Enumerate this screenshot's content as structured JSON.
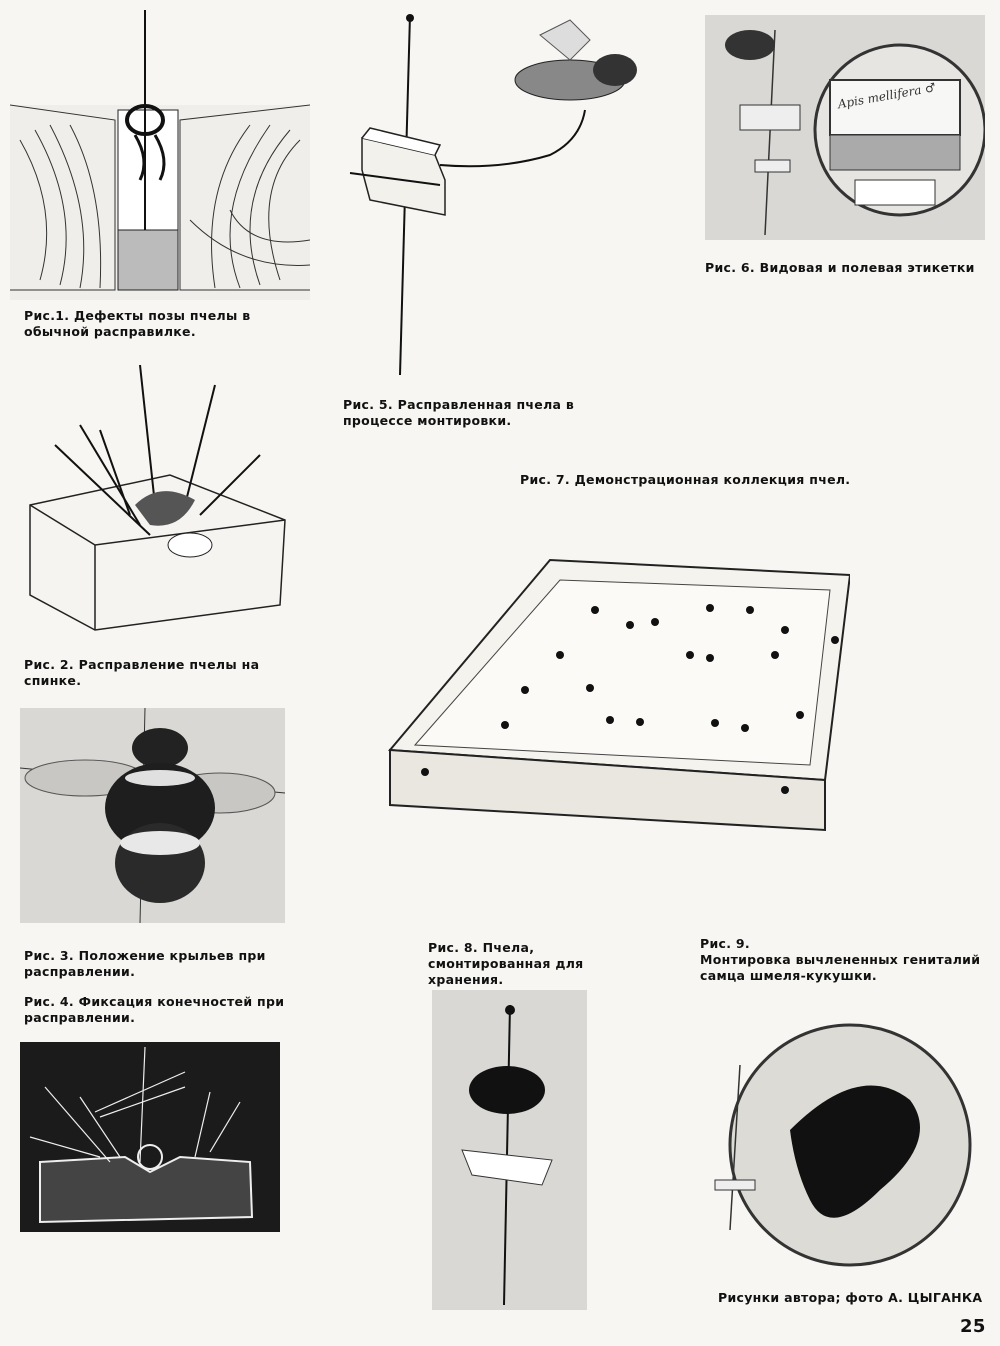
{
  "captions": {
    "fig1": "Рис.1. Дефекты позы пчелы в обычной расправилке.",
    "fig2": "Рис. 2. Расправление пчелы на спинке.",
    "fig3": "Рис. 3. Положение крыльев при расправлении.",
    "fig4": "Рис. 4. Фиксация конечностей при расправлении.",
    "fig5": "Рис. 5. Расправленная пчела в процессе монтировки.",
    "fig6": "Рис. 6. Видовая и полевая этикетки",
    "fig7": "Рис. 7. Демонстрационная коллекция пчел.",
    "fig8": "Рис. 8. Пчела, смонтированная для хранения.",
    "fig9": "Рис. 9.\nМонтировка вычлененных гениталий самца шмеля-кукушки."
  },
  "label_in_fig6": "Apis mellifera ♂",
  "credits": "Рисунки автора; фото А. ЦЫГАНКА",
  "page_number": "25"
}
